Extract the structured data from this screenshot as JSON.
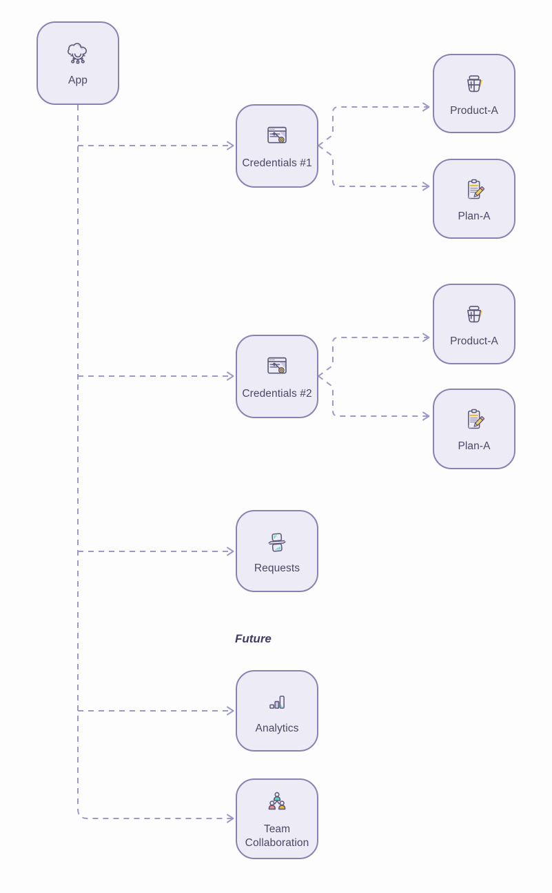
{
  "diagram": {
    "section_label": "Future",
    "nodes": [
      {
        "id": "app",
        "label": "App",
        "icon": "cloud-gear-icon"
      },
      {
        "id": "credentials-1",
        "label": "Credentials #1",
        "icon": "browser-key-icon"
      },
      {
        "id": "product-a-1",
        "label": "Product-A",
        "icon": "basket-icon"
      },
      {
        "id": "plan-a-1",
        "label": "Plan-A",
        "icon": "clipboard-pencil-icon"
      },
      {
        "id": "credentials-2",
        "label": "Credentials #2",
        "icon": "browser-key-icon"
      },
      {
        "id": "product-a-2",
        "label": "Product-A",
        "icon": "basket-icon"
      },
      {
        "id": "plan-a-2",
        "label": "Plan-A",
        "icon": "clipboard-pencil-icon"
      },
      {
        "id": "requests",
        "label": "Requests",
        "icon": "sync-cards-icon"
      },
      {
        "id": "analytics",
        "label": "Analytics",
        "icon": "bar-chart-icon"
      },
      {
        "id": "team-collaboration",
        "label": "Team Collaboration",
        "icon": "team-icon"
      }
    ],
    "edges": [
      {
        "from": "app",
        "to": "credentials-1"
      },
      {
        "from": "app",
        "to": "credentials-2"
      },
      {
        "from": "app",
        "to": "requests"
      },
      {
        "from": "app",
        "to": "analytics"
      },
      {
        "from": "app",
        "to": "team-collaboration"
      },
      {
        "from": "credentials-1",
        "to": "product-a-1"
      },
      {
        "from": "credentials-1",
        "to": "plan-a-1"
      },
      {
        "from": "credentials-2",
        "to": "product-a-2"
      },
      {
        "from": "credentials-2",
        "to": "plan-a-2"
      }
    ],
    "colors": {
      "background": "#FDFDFE",
      "node_fill": "#ECEBF6",
      "node_border": "#8683B2",
      "connector": "#9B99C8",
      "label_text": "#4A4865",
      "section_label_text": "#3E3C64",
      "icon_outline": "#5B5878",
      "icon_shading": "#C9C6E4",
      "accent_yellow": "#EFC743",
      "accent_teal": "#5FD6BC",
      "accent_pink": "#F08C8C"
    }
  }
}
